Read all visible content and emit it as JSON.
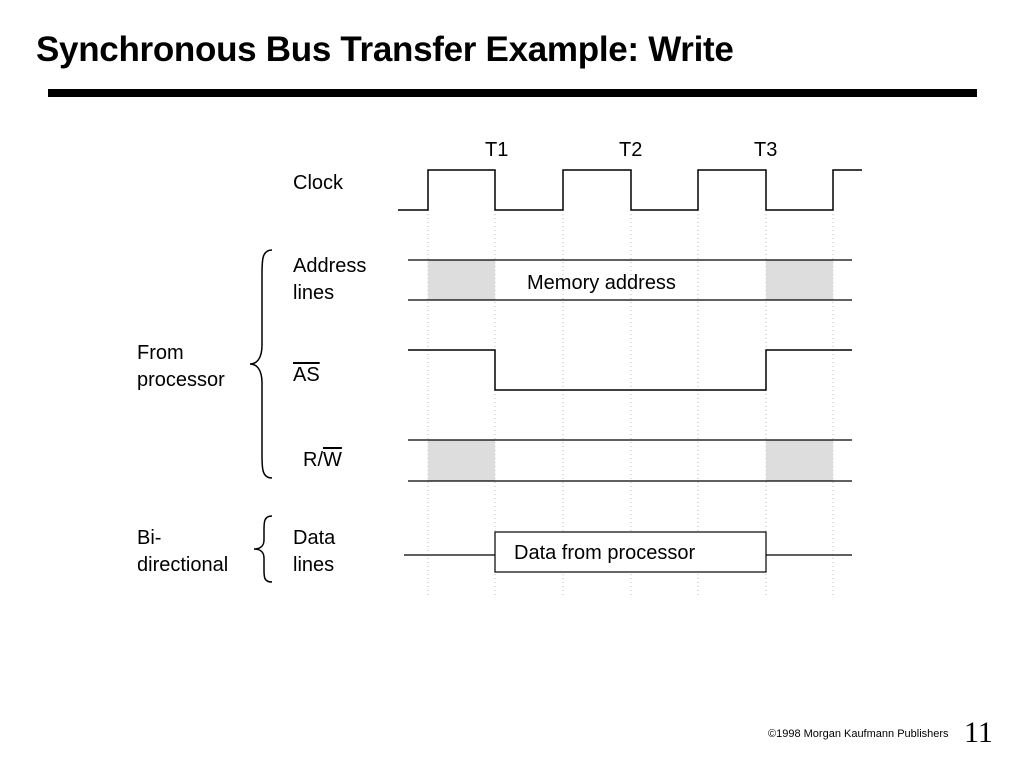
{
  "title": "Synchronous Bus Transfer Example: Write",
  "clock_periods": [
    "T1",
    "T2",
    "T3"
  ],
  "signals": {
    "clock": "Clock",
    "address_line1": "Address",
    "address_line2": "lines",
    "as": "AS",
    "rw_prefix": "R/",
    "rw_bar": "W",
    "data_line1": "Data",
    "data_line2": "lines"
  },
  "groups": {
    "from_processor_line1": "From",
    "from_processor_line2": "processor",
    "bidirectional_line1": "Bi-",
    "bidirectional_line2": "directional"
  },
  "annotations": {
    "memory_address": "Memory address",
    "data_from_processor": "Data from processor"
  },
  "footer": {
    "copyright_symbol": "©",
    "copyright_text": "1998 Morgan Kaufmann Publishers",
    "page_number": "11"
  },
  "colors": {
    "shade": "#dddddd",
    "line": "#000000",
    "guide": "#bbbbbb"
  }
}
